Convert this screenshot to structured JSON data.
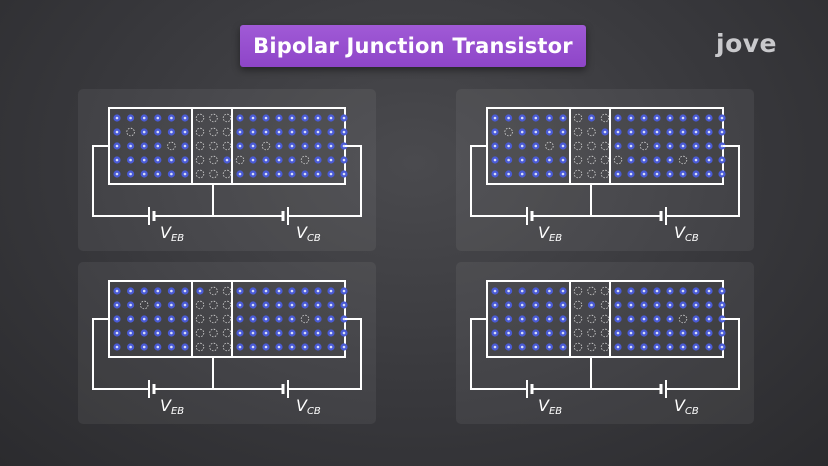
{
  "title": "Bipolar Junction Transistor",
  "logo": "jove",
  "colors": {
    "carrier_fill": "#4a5bd6",
    "carrier_core": "#d8def8",
    "hole_stroke": "#d9d9d9",
    "wire": "#ffffff"
  },
  "panels": [
    {
      "id": "top-left",
      "emitter": [
        "FFFFFF",
        "FHFFFF",
        "FFFFHF",
        "FFFFFF",
        "FFFFFF"
      ],
      "base": [
        "HHH",
        "HHH",
        "HHH",
        "HHF",
        "HHH"
      ],
      "collector": [
        "FFFFFFFFF",
        "FFFFFFFFF",
        "FFHFFFFFF",
        "HFFFFHFFF",
        "FFFFFFFFF"
      ],
      "label_eb_main": "V",
      "label_eb_sub": "EB",
      "label_cb_main": "V",
      "label_cb_sub": "CB"
    },
    {
      "id": "top-right",
      "emitter": [
        "FFFFFF",
        "FHFFFF",
        "FFFFHF",
        "FFFFFF",
        "FFFFFF"
      ],
      "base": [
        "HFH",
        "HHF",
        "HHH",
        "HHH",
        "HHH"
      ],
      "collector": [
        "FFFFFFFFF",
        "FFFFFFFFF",
        "FFHFFFFFF",
        "HFFFFHFFF",
        "FFFFFFFFF"
      ],
      "label_eb_main": "V",
      "label_eb_sub": "EB",
      "label_cb_main": "V",
      "label_cb_sub": "CB"
    },
    {
      "id": "bottom-left",
      "emitter": [
        "FFFFFF",
        "FFHFFF",
        "FFFFFF",
        "FFFFFF",
        "FFFFFF"
      ],
      "base": [
        "FHH",
        "HHH",
        "HHH",
        "HHH",
        "HHH"
      ],
      "collector": [
        "FFFFFFFFF",
        "FFFFFFFFF",
        "FFFFFHFFF",
        "FFFFFFFFF",
        "FFFFFFFFF"
      ],
      "label_eb_main": "V",
      "label_eb_sub": "EB",
      "label_cb_main": "V",
      "label_cb_sub": "CB"
    },
    {
      "id": "bottom-right",
      "emitter": [
        "FFFFFF",
        "FFFFFF",
        "FFFFFF",
        "FFFFFF",
        "FFFFFF"
      ],
      "base": [
        "HHH",
        "HFH",
        "HHH",
        "HHH",
        "HHH"
      ],
      "collector": [
        "FFFFFFFFF",
        "FFFFFFFFF",
        "FFFFFHFFF",
        "FFFFFFFFF",
        "FFFFFFFFF"
      ],
      "label_eb_main": "V",
      "label_eb_sub": "EB",
      "label_cb_main": "V",
      "label_cb_sub": "CB"
    }
  ]
}
